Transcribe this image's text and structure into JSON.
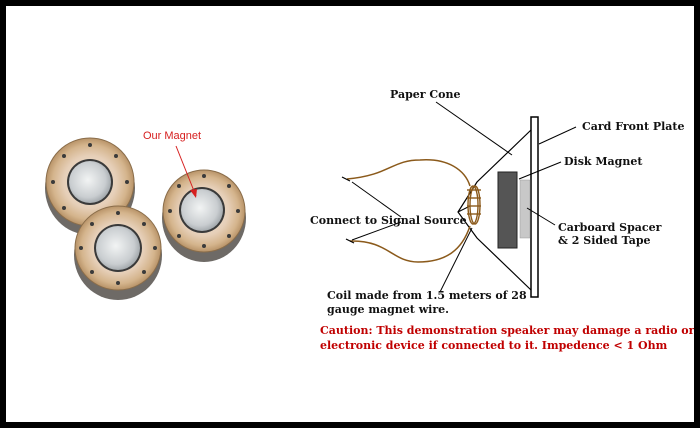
{
  "labels": {
    "our_magnet": "Our Magnet",
    "paper_cone": "Paper Cone",
    "card_front_plate": "Card Front Plate",
    "disk_magnet": "Disk Magnet",
    "connect_signal": "Connect to Signal Source",
    "spacer_line1": "Carboard Spacer",
    "spacer_line2": "& 2 Sided Tape",
    "coil_line1": "Coil made from 1.5 meters of 28",
    "coil_line2": "gauge magnet wire.",
    "caution_line1": "Caution: This demonstration speaker may damage a radio or other",
    "caution_line2": "electronic device if connected to it.  Impedence < 1 Ohm"
  },
  "colors": {
    "frame": "#000000",
    "wire": "#8b5a1b",
    "magnet_label": "#d61f1f",
    "caution": "#c00000",
    "disk_magnet": "#555555",
    "spacer": "#c8c8c8"
  }
}
